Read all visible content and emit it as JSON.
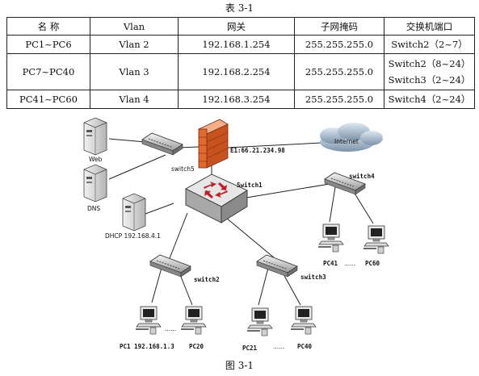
{
  "table": {
    "caption": "表 3-1",
    "headers": [
      "名 称",
      "Vlan",
      "网关",
      "子网掩码",
      "交换机端口"
    ],
    "rows": [
      {
        "name": "PC1~PC6",
        "vlan": "Vlan 2",
        "gateway": "192.168.1.254",
        "mask": "255.255.255.0",
        "ports": [
          "Switch2（2~7）"
        ]
      },
      {
        "name": "PC7~PC40",
        "vlan": "Vlan 3",
        "gateway": "192.168.2.254",
        "mask": "255.255.255.0",
        "ports": [
          "Switch2（8~24）",
          "Switch3（2~24）"
        ]
      },
      {
        "name": "PC41~PC60",
        "vlan": "Vlan 4",
        "gateway": "192.168.3.254",
        "mask": "255.255.255.0",
        "ports": [
          "Switch4（2~24）"
        ]
      }
    ]
  },
  "diagram": {
    "caption": "图 3-1",
    "web_label": "Web",
    "dns_label": "DNS",
    "switch5_label": "switch5",
    "firewall_ip": "E1:66.21.234.98",
    "internet_label": "Internet",
    "switch1_label": "Switch1",
    "dhcp_label": "DHCP 192.168.4.1",
    "switch4_label": "switch4",
    "pc41_label": "PC41",
    "pc60_label": "PC60",
    "switch2_label": "switch2",
    "switch3_label": "switch3",
    "pc1_label": "PC1 192.168.1.3",
    "pc20_label": "PC20",
    "pc21_label": "PC21",
    "pc40_label": "PC40",
    "ellipsis": "......"
  }
}
